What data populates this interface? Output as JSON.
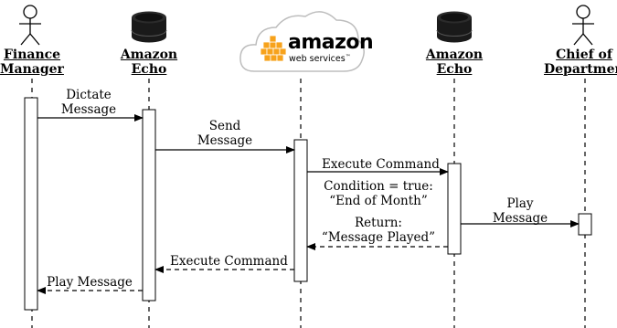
{
  "actors": [
    {
      "id": "finance",
      "name_line1": "Finance",
      "name_line2": "Manager",
      "icon": "stick-figure-icon"
    },
    {
      "id": "echo1",
      "name_line1": "Amazon",
      "name_line2": "Echo",
      "icon": "amazon-echo-icon"
    },
    {
      "id": "aws",
      "logo_word": "amazon",
      "logo_sub": "web services",
      "logo_tm": "™",
      "icon": "aws-cloud-logo-icon"
    },
    {
      "id": "echo2",
      "name_line1": "Amazon",
      "name_line2": "Echo",
      "icon": "amazon-echo-icon"
    },
    {
      "id": "chief",
      "name_line1": "Chief of",
      "name_line2": "Department",
      "icon": "stick-figure-icon"
    }
  ],
  "messages": [
    {
      "id": "dictate",
      "line1": "Dictate",
      "line2": "Message",
      "from": "finance",
      "to": "echo1",
      "style": "solid"
    },
    {
      "id": "send",
      "line1": "Send",
      "line2": "Message",
      "from": "echo1",
      "to": "aws",
      "style": "solid"
    },
    {
      "id": "exec1",
      "line1": "Execute Command",
      "from": "aws",
      "to": "echo2",
      "style": "solid"
    },
    {
      "id": "condition",
      "line1": "Condition = true:",
      "line2": "“End of Month”",
      "style": "note"
    },
    {
      "id": "play",
      "line1": "Play",
      "line2": "Message",
      "from": "echo2",
      "to": "chief",
      "style": "solid"
    },
    {
      "id": "return",
      "line1": "Return:",
      "line2": "“Message Played”",
      "from": "echo2",
      "to": "aws",
      "style": "dashed"
    },
    {
      "id": "exec2",
      "line1": "Execute Command",
      "from": "aws",
      "to": "echo1",
      "style": "dashed"
    },
    {
      "id": "playback",
      "line1": "Play Message",
      "from": "echo1",
      "to": "finance",
      "style": "dashed"
    }
  ],
  "colors": {
    "line": "#000000",
    "aws_orange": "#F7A21B",
    "echo_dark": "#1a1a1a"
  }
}
